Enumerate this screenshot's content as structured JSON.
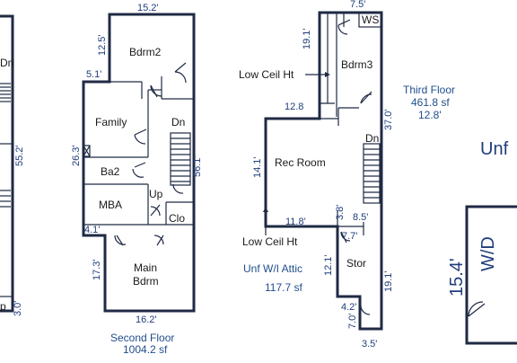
{
  "left_plan": {
    "dim_top_left": "Dn",
    "dim_right": "55.2'",
    "label_bottom": "p",
    "dim_bottom": "3.0'"
  },
  "second_floor": {
    "rooms": {
      "bdrm2": "Bdrm2",
      "family": "Family",
      "ba2": "Ba2",
      "mba": "MBA",
      "main_bdrm_1": "Main",
      "main_bdrm_2": "Bdrm",
      "clo": "Clo",
      "dn": "Dn",
      "up": "Up"
    },
    "dims": {
      "top": "15.2'",
      "d12_5": "12.5'",
      "d5_1": "5.1'",
      "d26_3": "26.3'",
      "d56_1": "56.1'",
      "d4_1": "4.1'",
      "d17_3": "17.3'",
      "bottom": "16.2'"
    },
    "caption_1": "Second Floor",
    "caption_2": "1004.2 sf"
  },
  "third_floor": {
    "rooms": {
      "bdrm3": "Bdrm3",
      "rec_room": "Rec Room",
      "stor": "Stor",
      "ws": "WS",
      "dn": "Dn"
    },
    "notes": {
      "low_ceil_top": "Low Ceil Ht",
      "low_ceil_bottom": "Low Ceil Ht"
    },
    "dims": {
      "d7_5": "7.5'",
      "d19_1_top": "19.1'",
      "d12_8": "12.8",
      "d37_0": "37.0'",
      "d14_1": "14.1'",
      "d11_8": "11.8'",
      "d3_8": "3.8'",
      "d8_5": "8.5'",
      "d7_7": "7.7'",
      "d12_1": "12.1'",
      "d19_1_bottom": "19.1'",
      "d4_2": "4.2'",
      "d7_0": "7.0'",
      "d3_5": "3.5'"
    },
    "caption_1": "Third Floor",
    "caption_2": "461.8 sf",
    "caption_3": "12.8'",
    "attic_1": "Unf W/I Attic",
    "attic_2": "117.7 sf"
  },
  "right_plan": {
    "title": "Unf",
    "wd": "W/D",
    "dim": "15.4'"
  }
}
